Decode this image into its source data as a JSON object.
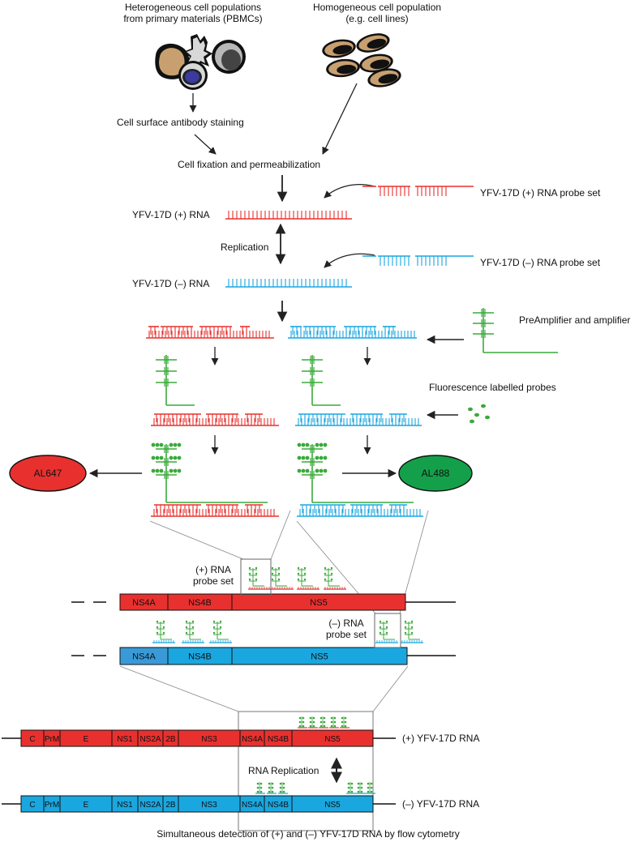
{
  "sources": {
    "heterogeneous_line1": "Heterogeneous cell populations",
    "heterogeneous_line2": "from primary materials (PBMCs)",
    "homogeneous_line1": "Homogeneous cell population",
    "homogeneous_line2": "(e.g. cell lines)"
  },
  "steps": {
    "surface_staining": "Cell surface antibody staining",
    "fixation": "Cell fixation and permeabilization",
    "plus_rna": "YFV-17D (+) RNA",
    "replication": "Replication",
    "minus_rna": "YFV-17D (–) RNA",
    "plus_probe_set": "YFV-17D (+) RNA probe set",
    "minus_probe_set": "YFV-17D (–) RNA probe set",
    "preamplifier": "PreAmplifier and amplifier",
    "fluorescence_probes": "Fluorescence labelled probes",
    "al647": "AL647",
    "al488": "AL488"
  },
  "zoom": {
    "plus_probe_label_1": "(+) RNA",
    "plus_probe_label_2": "probe set",
    "minus_probe_label_1": "(–) RNA",
    "minus_probe_label_2": "probe set",
    "segments": [
      "NS4A",
      "NS4B",
      "NS5"
    ]
  },
  "genome": {
    "segments": [
      "C",
      "PrM",
      "E",
      "NS1",
      "NS2A",
      "2B",
      "NS3",
      "NS4A",
      "NS4B",
      "NS5"
    ],
    "plus_label": "(+) YFV-17D RNA",
    "minus_label": "(–) YFV-17D RNA",
    "replication_label": "RNA Replication",
    "caption": "Simultaneous detection of (+) and (–) YFV-17D RNA by flow cytometry"
  },
  "colors": {
    "red": "#e8312f",
    "blue": "#1aa7e0",
    "green": "#3aaa3a",
    "cell_fill": "#c8a070",
    "cell_outline": "#111111",
    "al488_fill": "#14a04a",
    "lightblue": "#5fc0ec"
  }
}
